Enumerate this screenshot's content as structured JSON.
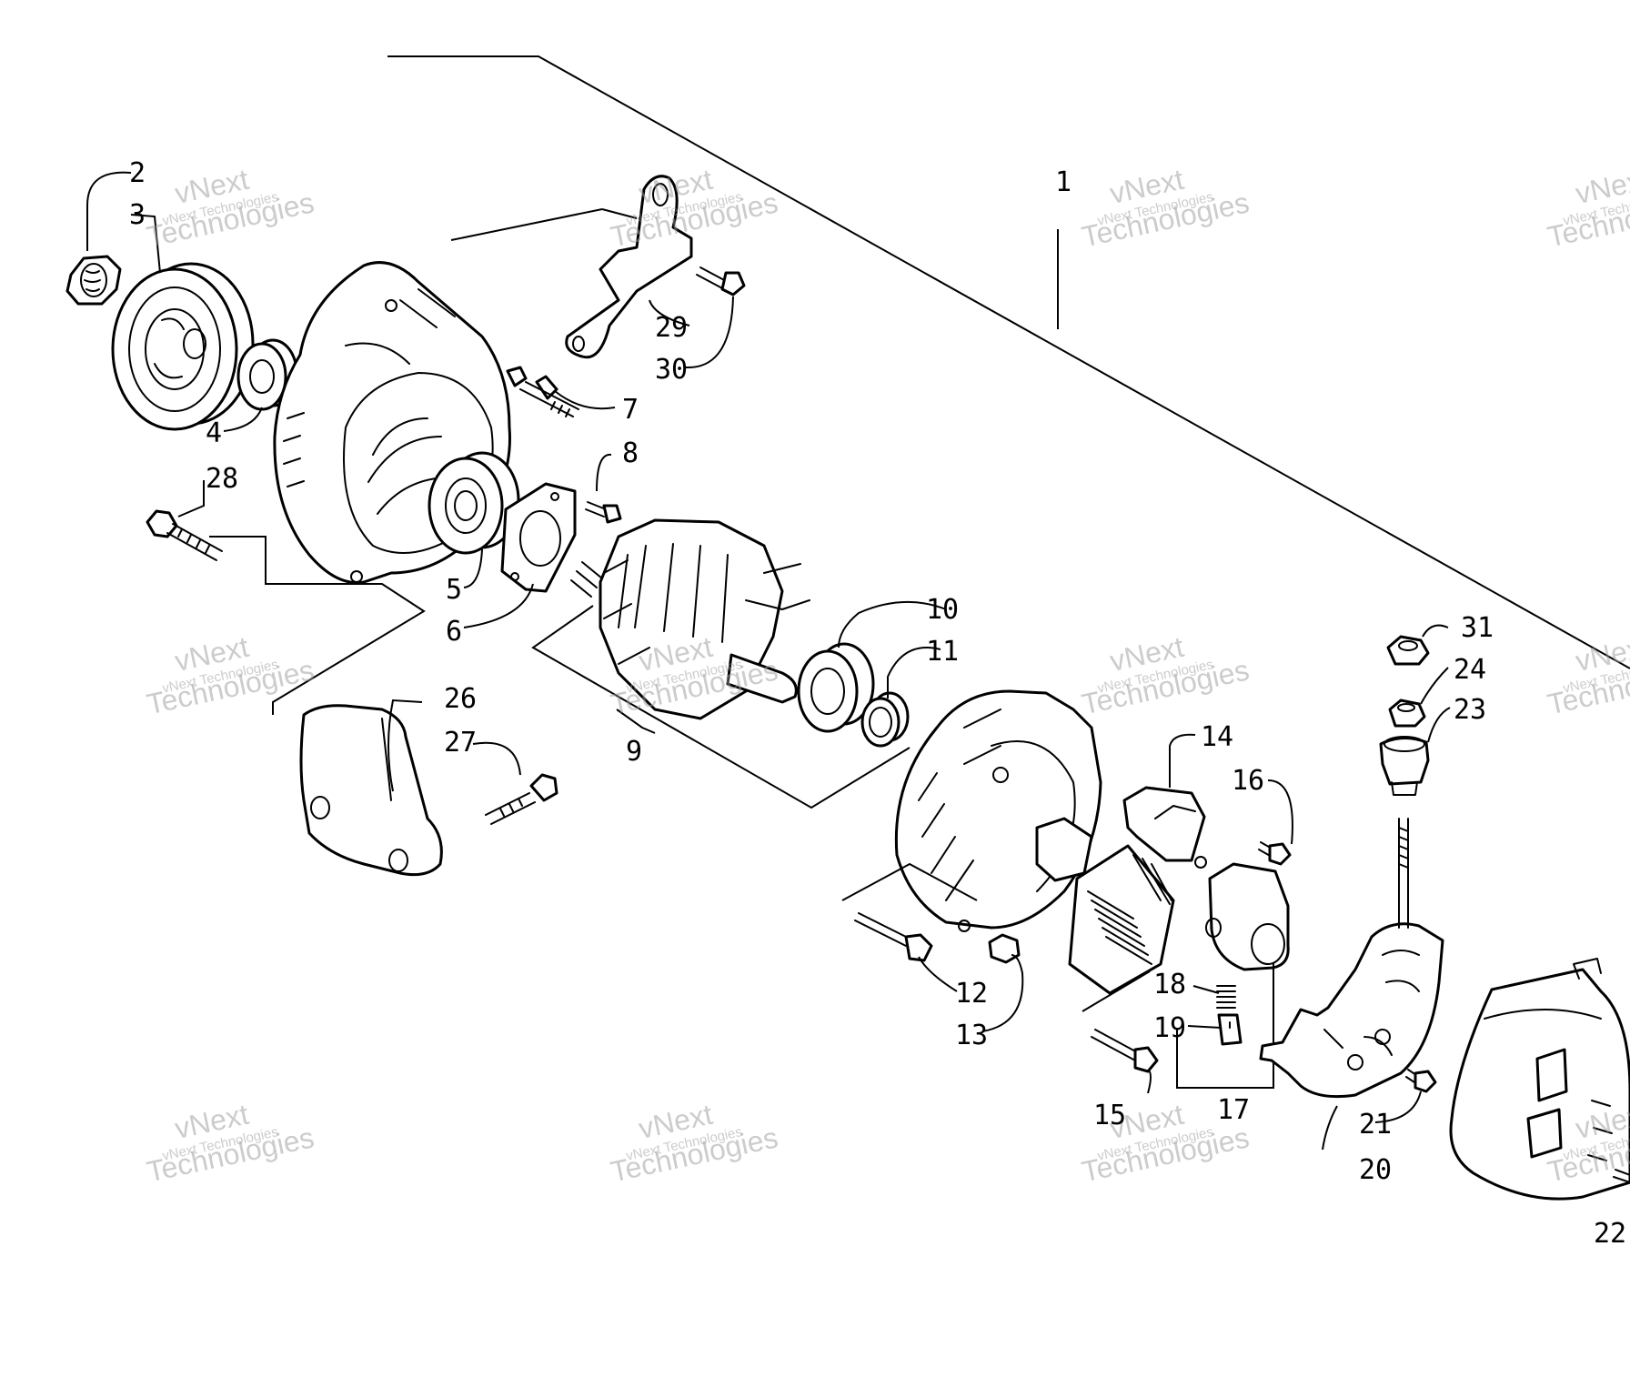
{
  "labels": [
    "1",
    "2",
    "3",
    "4",
    "5",
    "6",
    "7",
    "8",
    "9",
    "10",
    "11",
    "12",
    "13",
    "14",
    "15",
    "16",
    "17",
    "18",
    "19",
    "20",
    "21",
    "22",
    "23",
    "24",
    "26",
    "27",
    "28",
    "29",
    "30",
    "31"
  ],
  "watermark": {
    "line1": "vNext",
    "line2": "Technologies",
    "caption": "vNext Technologies"
  },
  "colors": {
    "ink": "#000000",
    "paper": "#ffffff",
    "watermark": "#9a9a9a"
  }
}
